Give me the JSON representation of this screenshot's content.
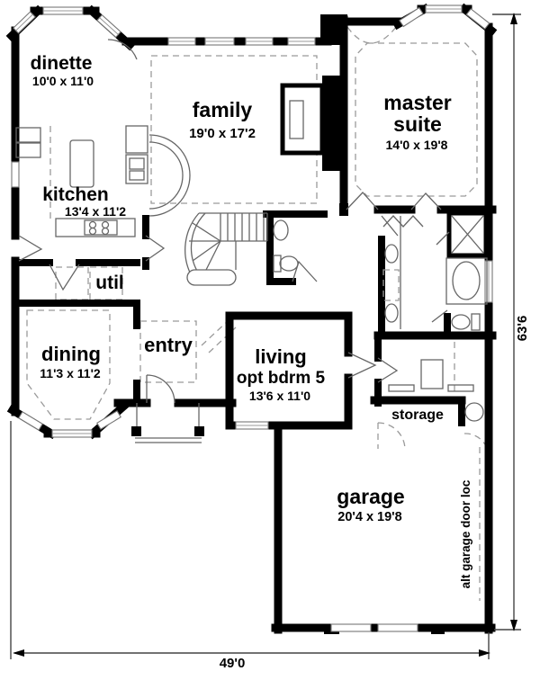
{
  "meta": {
    "type": "house-floor-plan"
  },
  "rooms": {
    "dinette": {
      "name": "dinette",
      "dims": "10'0 x 11'0"
    },
    "kitchen": {
      "name": "kitchen",
      "dims": "13'4 x 11'2"
    },
    "family": {
      "name": "family",
      "dims": "19'0 x 17'2"
    },
    "master": {
      "line1": "master",
      "line2": "suite",
      "dims": "14'0 x 19'8"
    },
    "util": {
      "name": "util"
    },
    "dining": {
      "name": "dining",
      "dims": "11'3 x  11'2"
    },
    "entry": {
      "name": "entry"
    },
    "living": {
      "name": "living",
      "option": "opt bdrm 5",
      "dims": "13'6 x 11'0"
    },
    "storage": {
      "name": "storage"
    },
    "garage": {
      "name": "garage",
      "dims": "20'4 x 19'8"
    }
  },
  "dimensions": {
    "overall_width": "49'0",
    "overall_height": "63'6"
  },
  "annotations": {
    "alt_garage_door": "alt garage door loc"
  },
  "colors": {
    "walls": "#000000",
    "background": "#ffffff",
    "fixtures": "#666666",
    "dashed": "#9a9a9a"
  }
}
